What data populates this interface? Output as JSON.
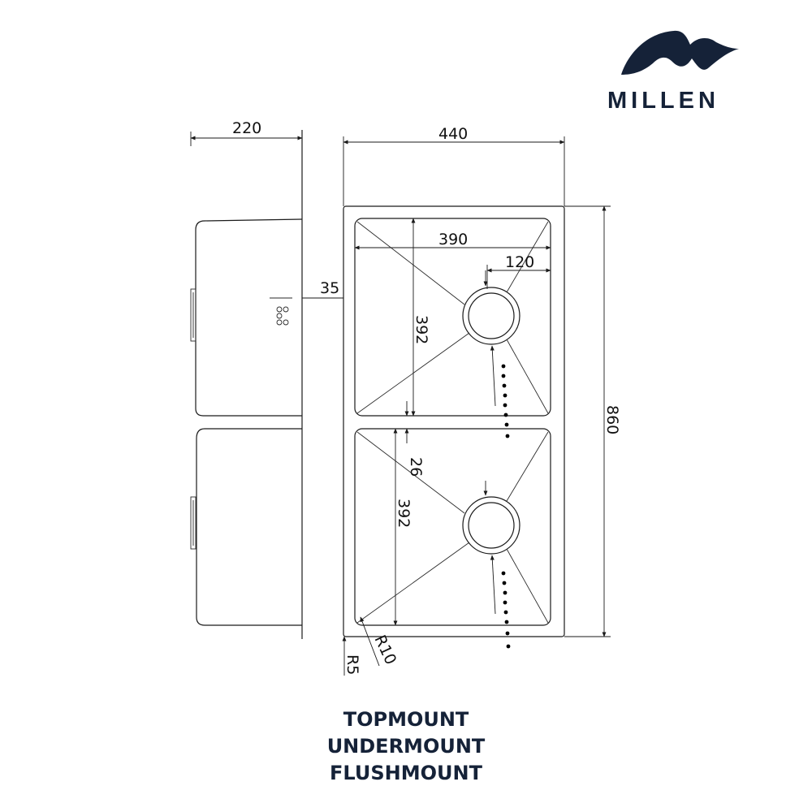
{
  "brand": {
    "name": "MILLEN",
    "color": "#152238"
  },
  "dimensions": {
    "depth": "220",
    "width": "440",
    "bowl_width": "390",
    "drain_offset": "120",
    "lip": "35",
    "bowl_length_top": "392",
    "bowl_length_bottom": "392",
    "divider": "26",
    "length": "860",
    "inner_radius": "R10",
    "outer_radius": "R5"
  },
  "mounting_options": [
    "TOPMOUNT",
    "UNDERMOUNT",
    "FLUSHMOUNT"
  ]
}
